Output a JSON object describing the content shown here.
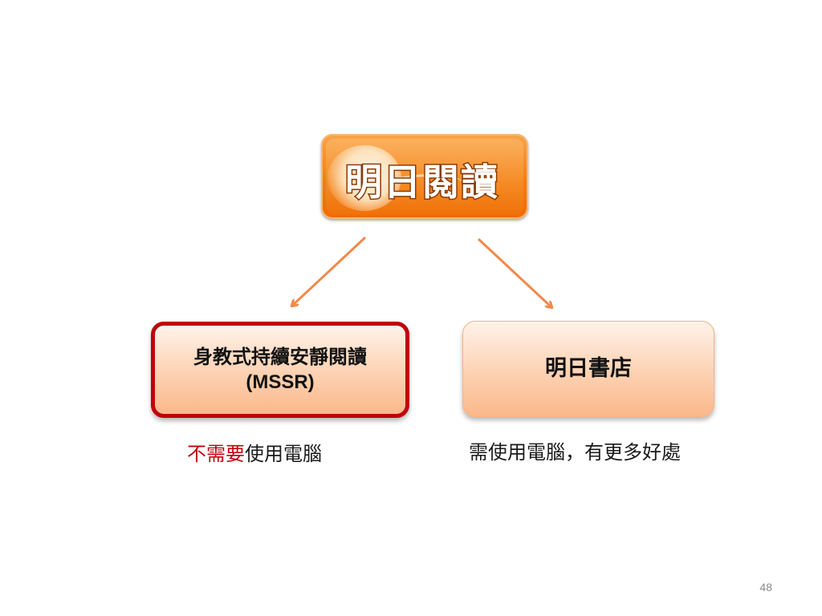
{
  "logo": {
    "text": "明日閱讀"
  },
  "nodes": {
    "left": {
      "title": "身教式持續安靜閱讀",
      "subtitle": "(MSSR)"
    },
    "right": {
      "title": "明日書店"
    }
  },
  "captions": {
    "left": {
      "emphasis": "不需要",
      "rest": "使用電腦"
    },
    "right": {
      "text": "需使用電腦，有更多好處"
    }
  },
  "page_number": "48",
  "colors": {
    "arrow": "#f0894a",
    "emphasis_red": "#c0000c",
    "box_border_left": "#c0000c",
    "logo_orange": "#f47c13"
  }
}
